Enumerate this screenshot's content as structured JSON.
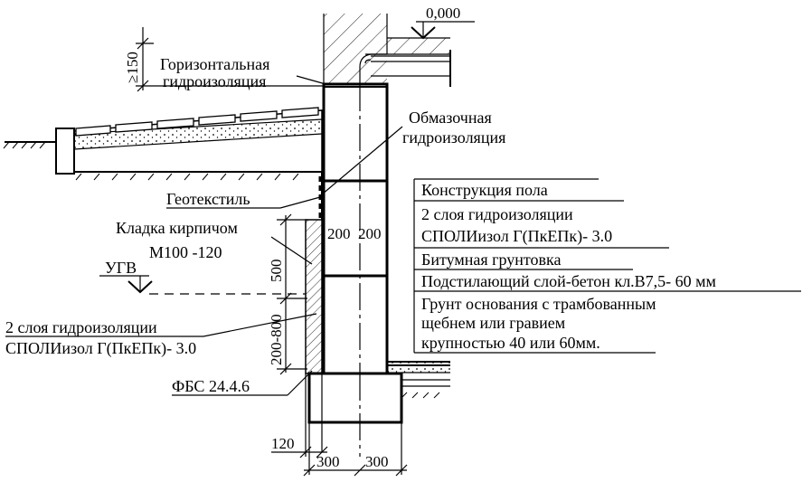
{
  "elevation_mark": "0,000",
  "min_height": "≥150",
  "labels": {
    "horizontal_waterproofing": [
      "Горизонтальная",
      "гидроизоляция"
    ],
    "coating_waterproofing": [
      "Обмазочная",
      "гидроизоляция"
    ],
    "geotextile": "Геотекстиль",
    "brick_masonry": [
      "Кладка кирпичом",
      "М100 -120"
    ],
    "groundwater_level": "УГВ",
    "waterproofing_layers": [
      "2 слоя гидроизоляции",
      "СПОЛИизол Г(ПкЕПк)- 3.0"
    ],
    "fbs_block": "ФБС 24.4.6"
  },
  "floor_construction": {
    "title": "Конструкция пола",
    "layers": [
      [
        "2 слоя гидроизоляции",
        "СПОЛИизол Г(ПкЕПк)- 3.0"
      ],
      [
        "Битумная грунтовка"
      ],
      [
        "Подстилающий слой-бетон кл.В7,5- 60 мм"
      ],
      [
        "Грунт основания с трамбованным",
        "щебнем или гравием",
        "крупностью 40 или 60мм."
      ]
    ]
  },
  "dimensions": {
    "wall_left": "200",
    "wall_right": "200",
    "masonry_500": "500",
    "masonry_200_800": "200-800",
    "offset_120": "120",
    "base_left": "300",
    "base_right": "300"
  }
}
